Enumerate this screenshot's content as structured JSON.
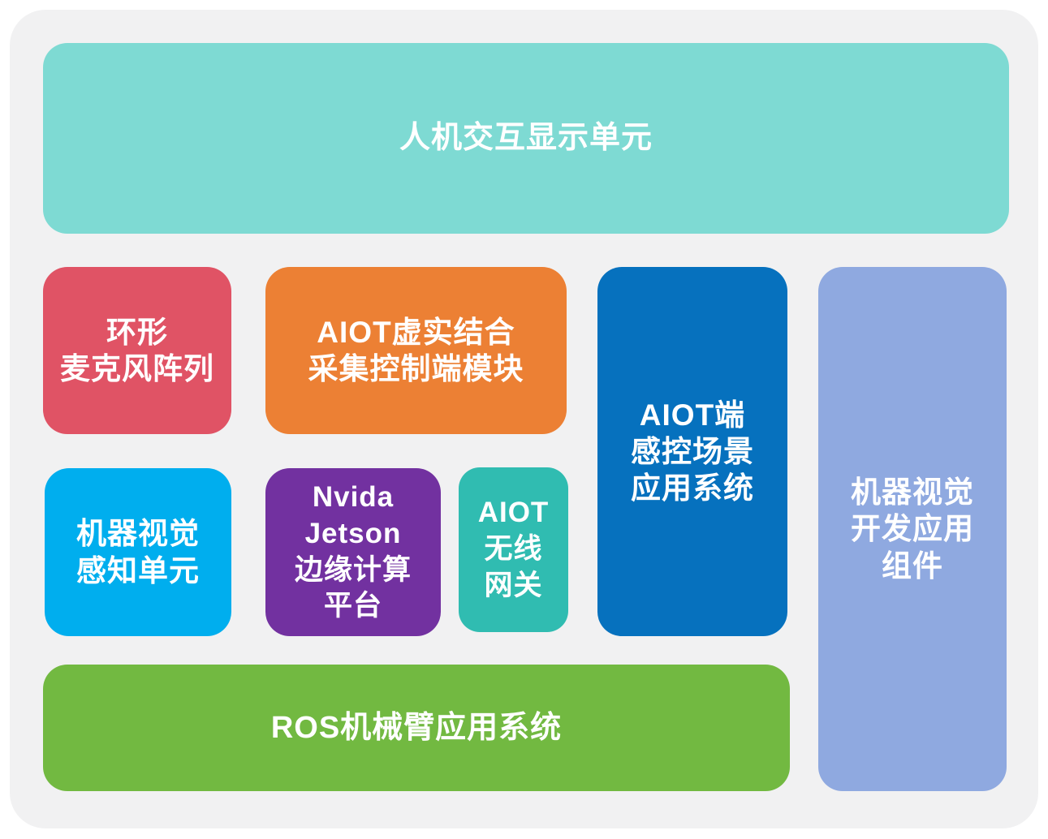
{
  "colors": {
    "page_background": "#FFFFFF",
    "panel_background": "#F1F1F2",
    "text": "#FFFFFF"
  },
  "blocks": {
    "hmi_display": {
      "label": "人机交互显示单元",
      "color": "#7EDAD3"
    },
    "ring_mic": {
      "label": "环形\n麦克风阵列",
      "color": "#E05365"
    },
    "aiot_vr": {
      "label": "AIOT虚实结合\n采集控制端模块",
      "color": "#EC8034"
    },
    "aiot_scene": {
      "label": "AIOT端\n感控场景\n应用系统",
      "color": "#0671BE"
    },
    "mv_dev": {
      "label": "机器视觉\n开发应用\n组件",
      "color": "#8FA9E0"
    },
    "mv_sense": {
      "label": "机器视觉\n感知单元",
      "color": "#00AEEE"
    },
    "jetson": {
      "label": "Nvida\nJetson\n边缘计算\n平台",
      "color": "#7231A0"
    },
    "aiot_gateway": {
      "label": "AIOT\n无线\n网关",
      "color": "#30BCB1"
    },
    "ros_arm": {
      "label": "ROS机械臂应用系统",
      "color": "#72B941"
    }
  }
}
